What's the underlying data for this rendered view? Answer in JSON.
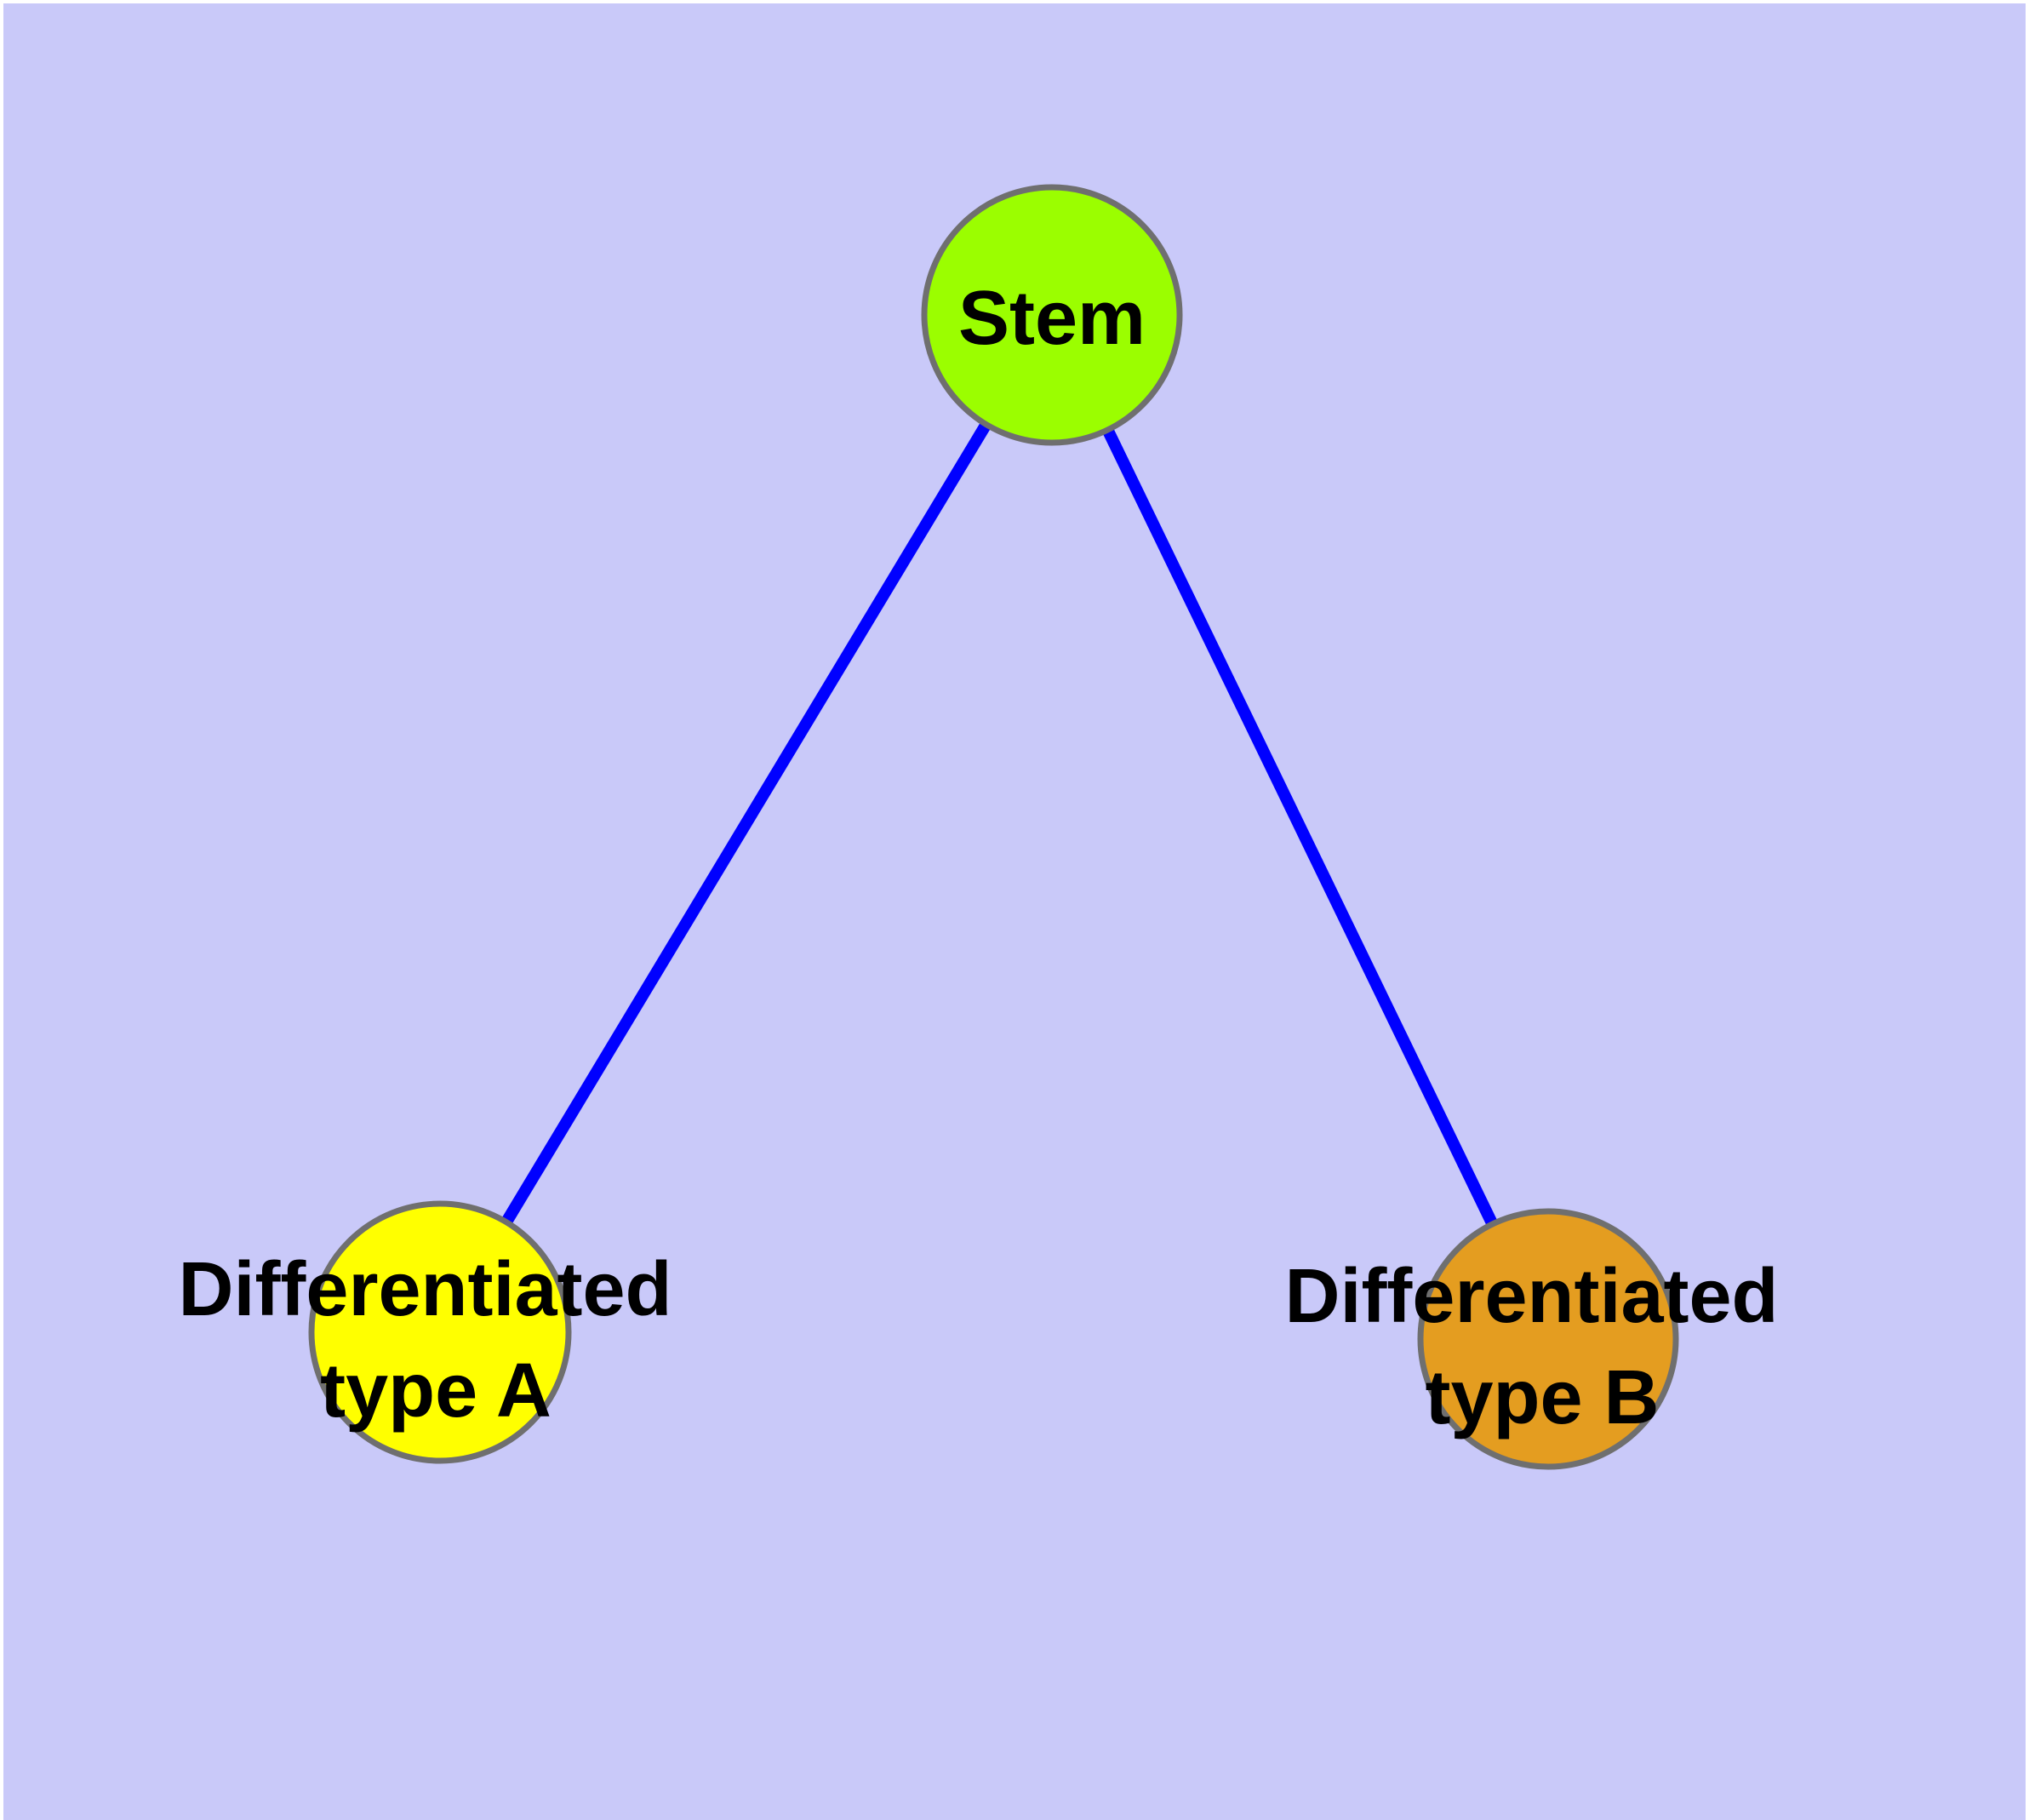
{
  "canvas": {
    "background_color": "#C9C9F9",
    "margin_color": "#FFFFFF"
  },
  "graph": {
    "type": "tree-diagram",
    "description": "Stem cell differentiation graph: one root node connected to two differentiated type nodes",
    "node_border_color": "#6F6F6F",
    "label_color": "#000000",
    "edge_color": "#0000FF",
    "nodes": {
      "stem": {
        "label": "Stem",
        "fill_color": "#9BFE00"
      },
      "typeA": {
        "label": "Differentiated type A",
        "line1": "Differentiated",
        "line2": "type A",
        "fill_color": "#FFFF00"
      },
      "typeB": {
        "label": "Differentiated type B",
        "line1": "Differentiated",
        "line2": "type B",
        "fill_color": "#E49D20"
      }
    },
    "edges": [
      {
        "from": "Stem",
        "to": "Differentiated type A"
      },
      {
        "from": "Stem",
        "to": "Differentiated type B"
      }
    ]
  }
}
